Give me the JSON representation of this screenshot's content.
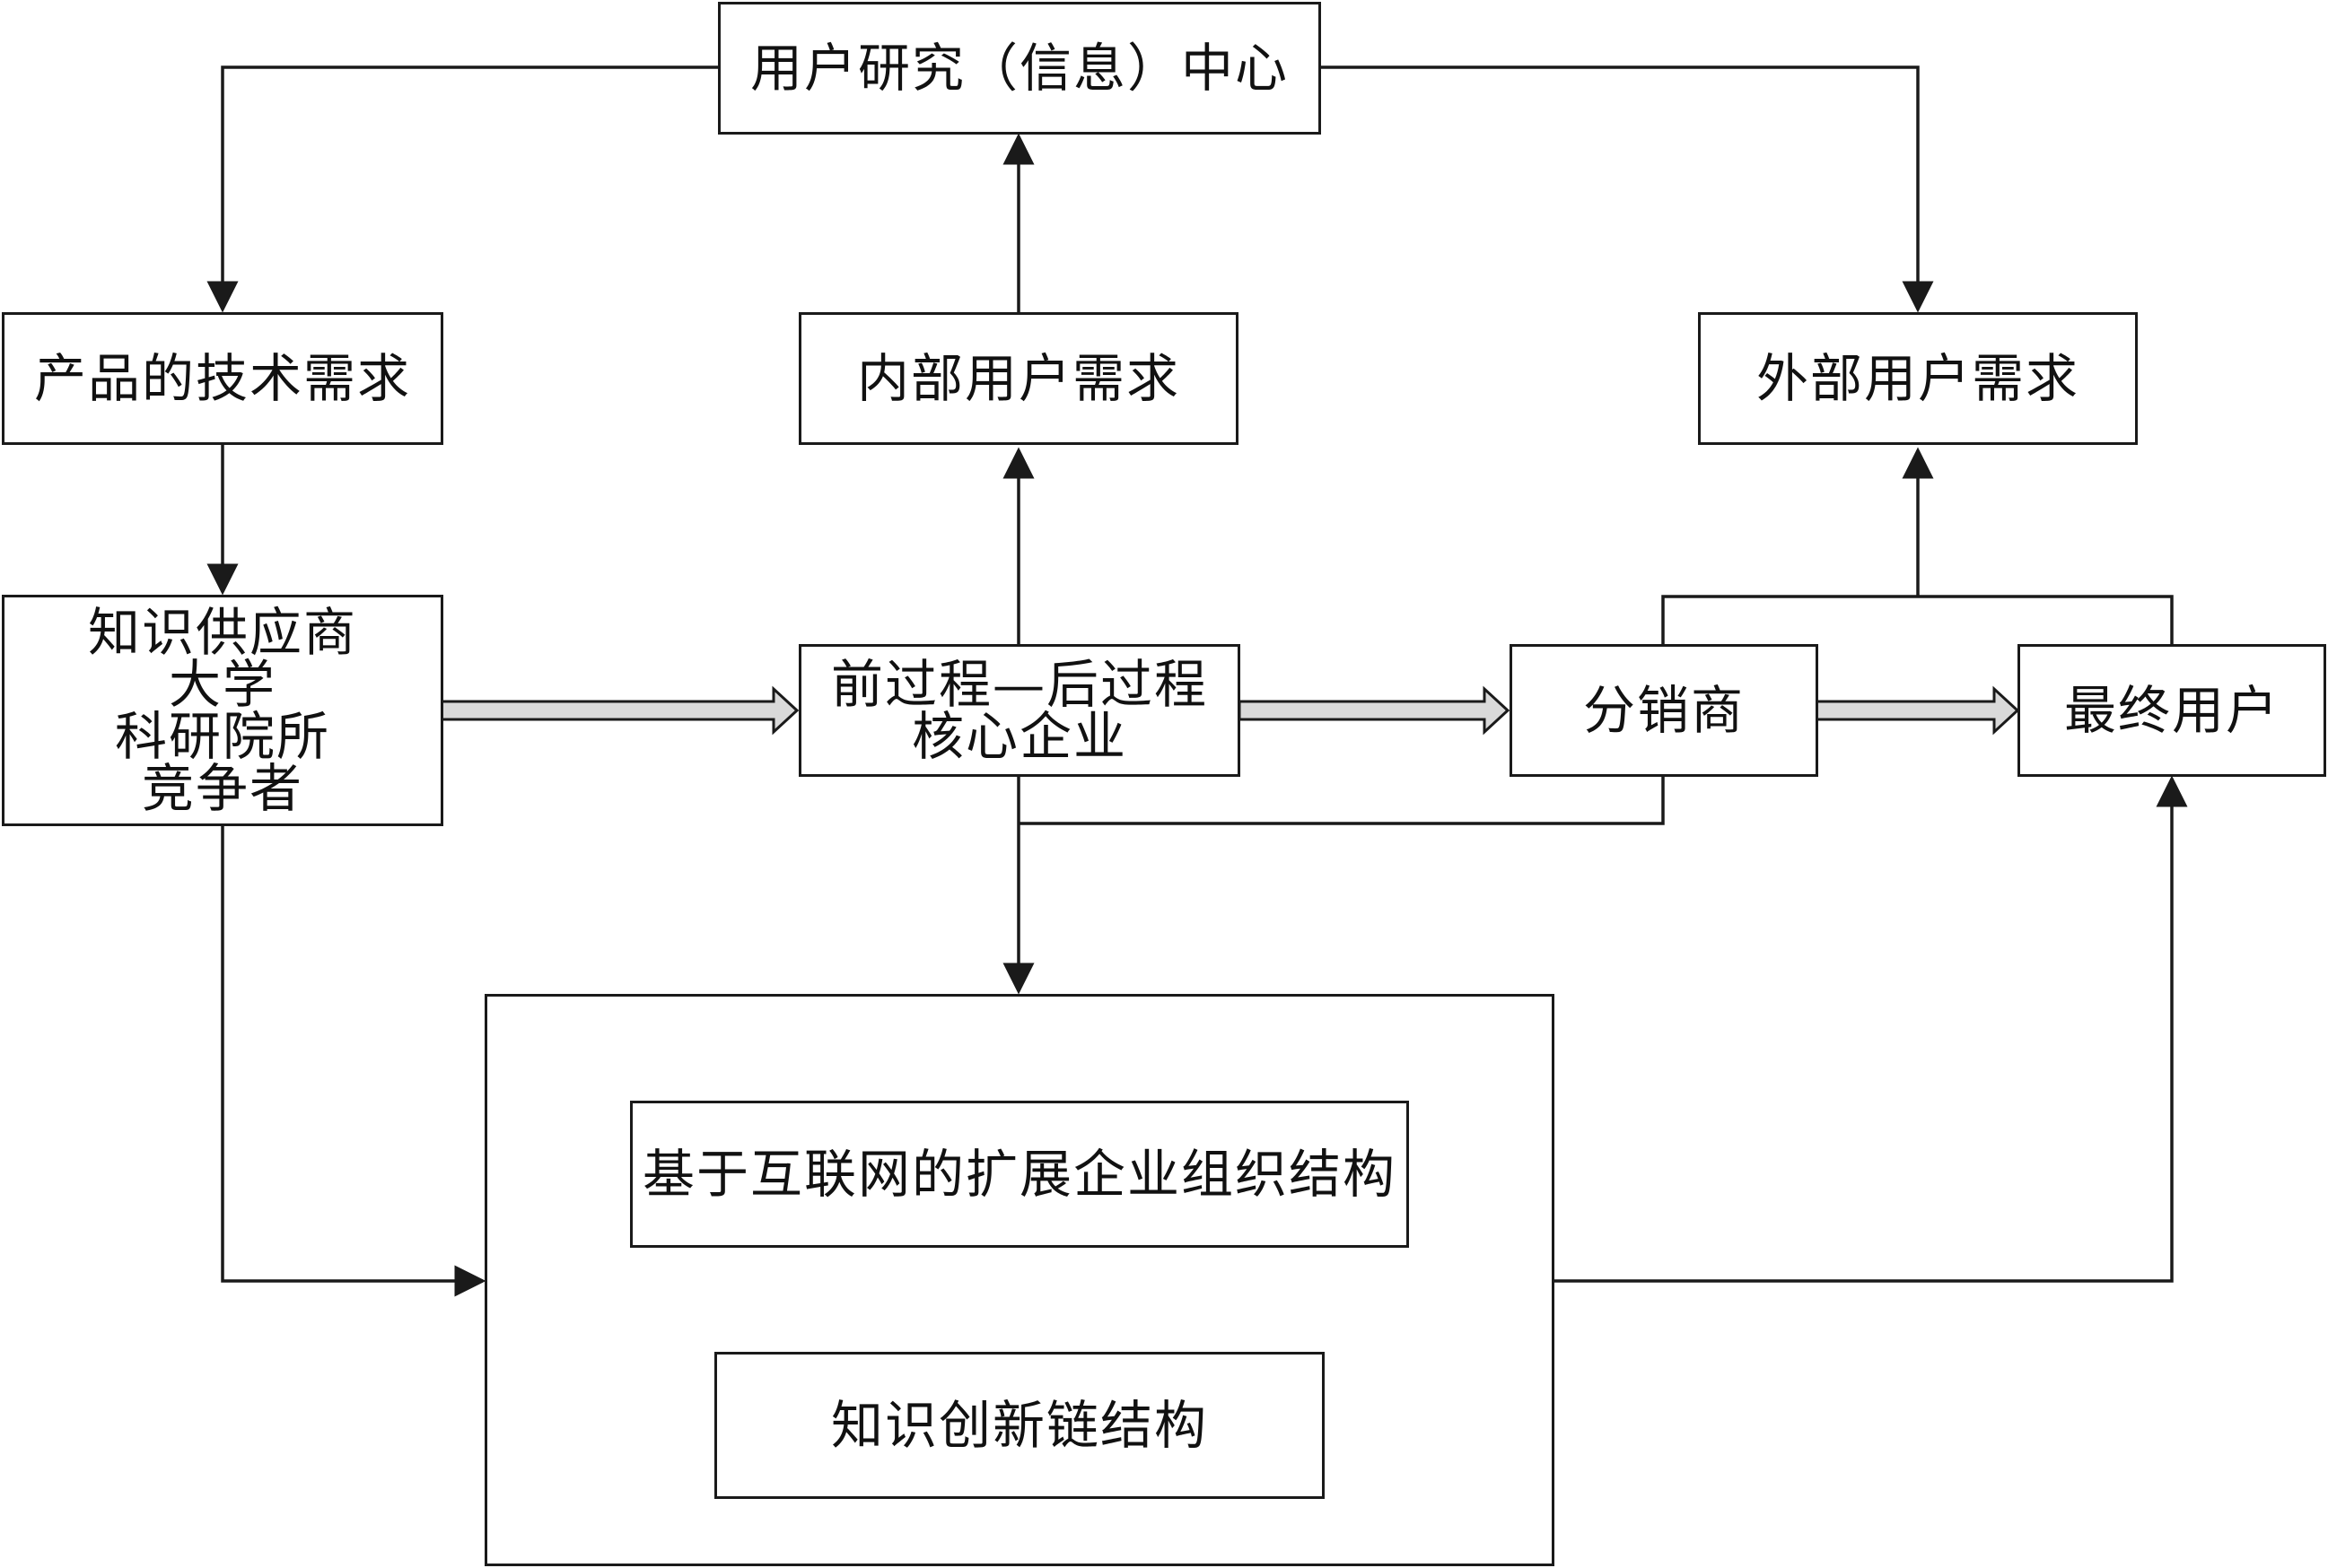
{
  "nodes": {
    "user_research": "用户研究（信息）中心",
    "tech_demand": "产品的技术需求",
    "internal_demand": "内部用户需求",
    "external_demand": "外部用户需求",
    "knowledge_suppliers": [
      "知识供应商",
      "大学",
      "科研院所",
      "竞争者"
    ],
    "core_enterprise": [
      "前过程—后过程",
      "核心企业"
    ],
    "distributor": "分销商",
    "end_user": "最终用户",
    "extended_org": "基于互联网的扩展企业组织结构",
    "innovation_chain": "知识创新链结构"
  },
  "colors": {
    "stroke": "#1a1a1a",
    "hollow_arrow_fill": "#d9d9d9"
  }
}
